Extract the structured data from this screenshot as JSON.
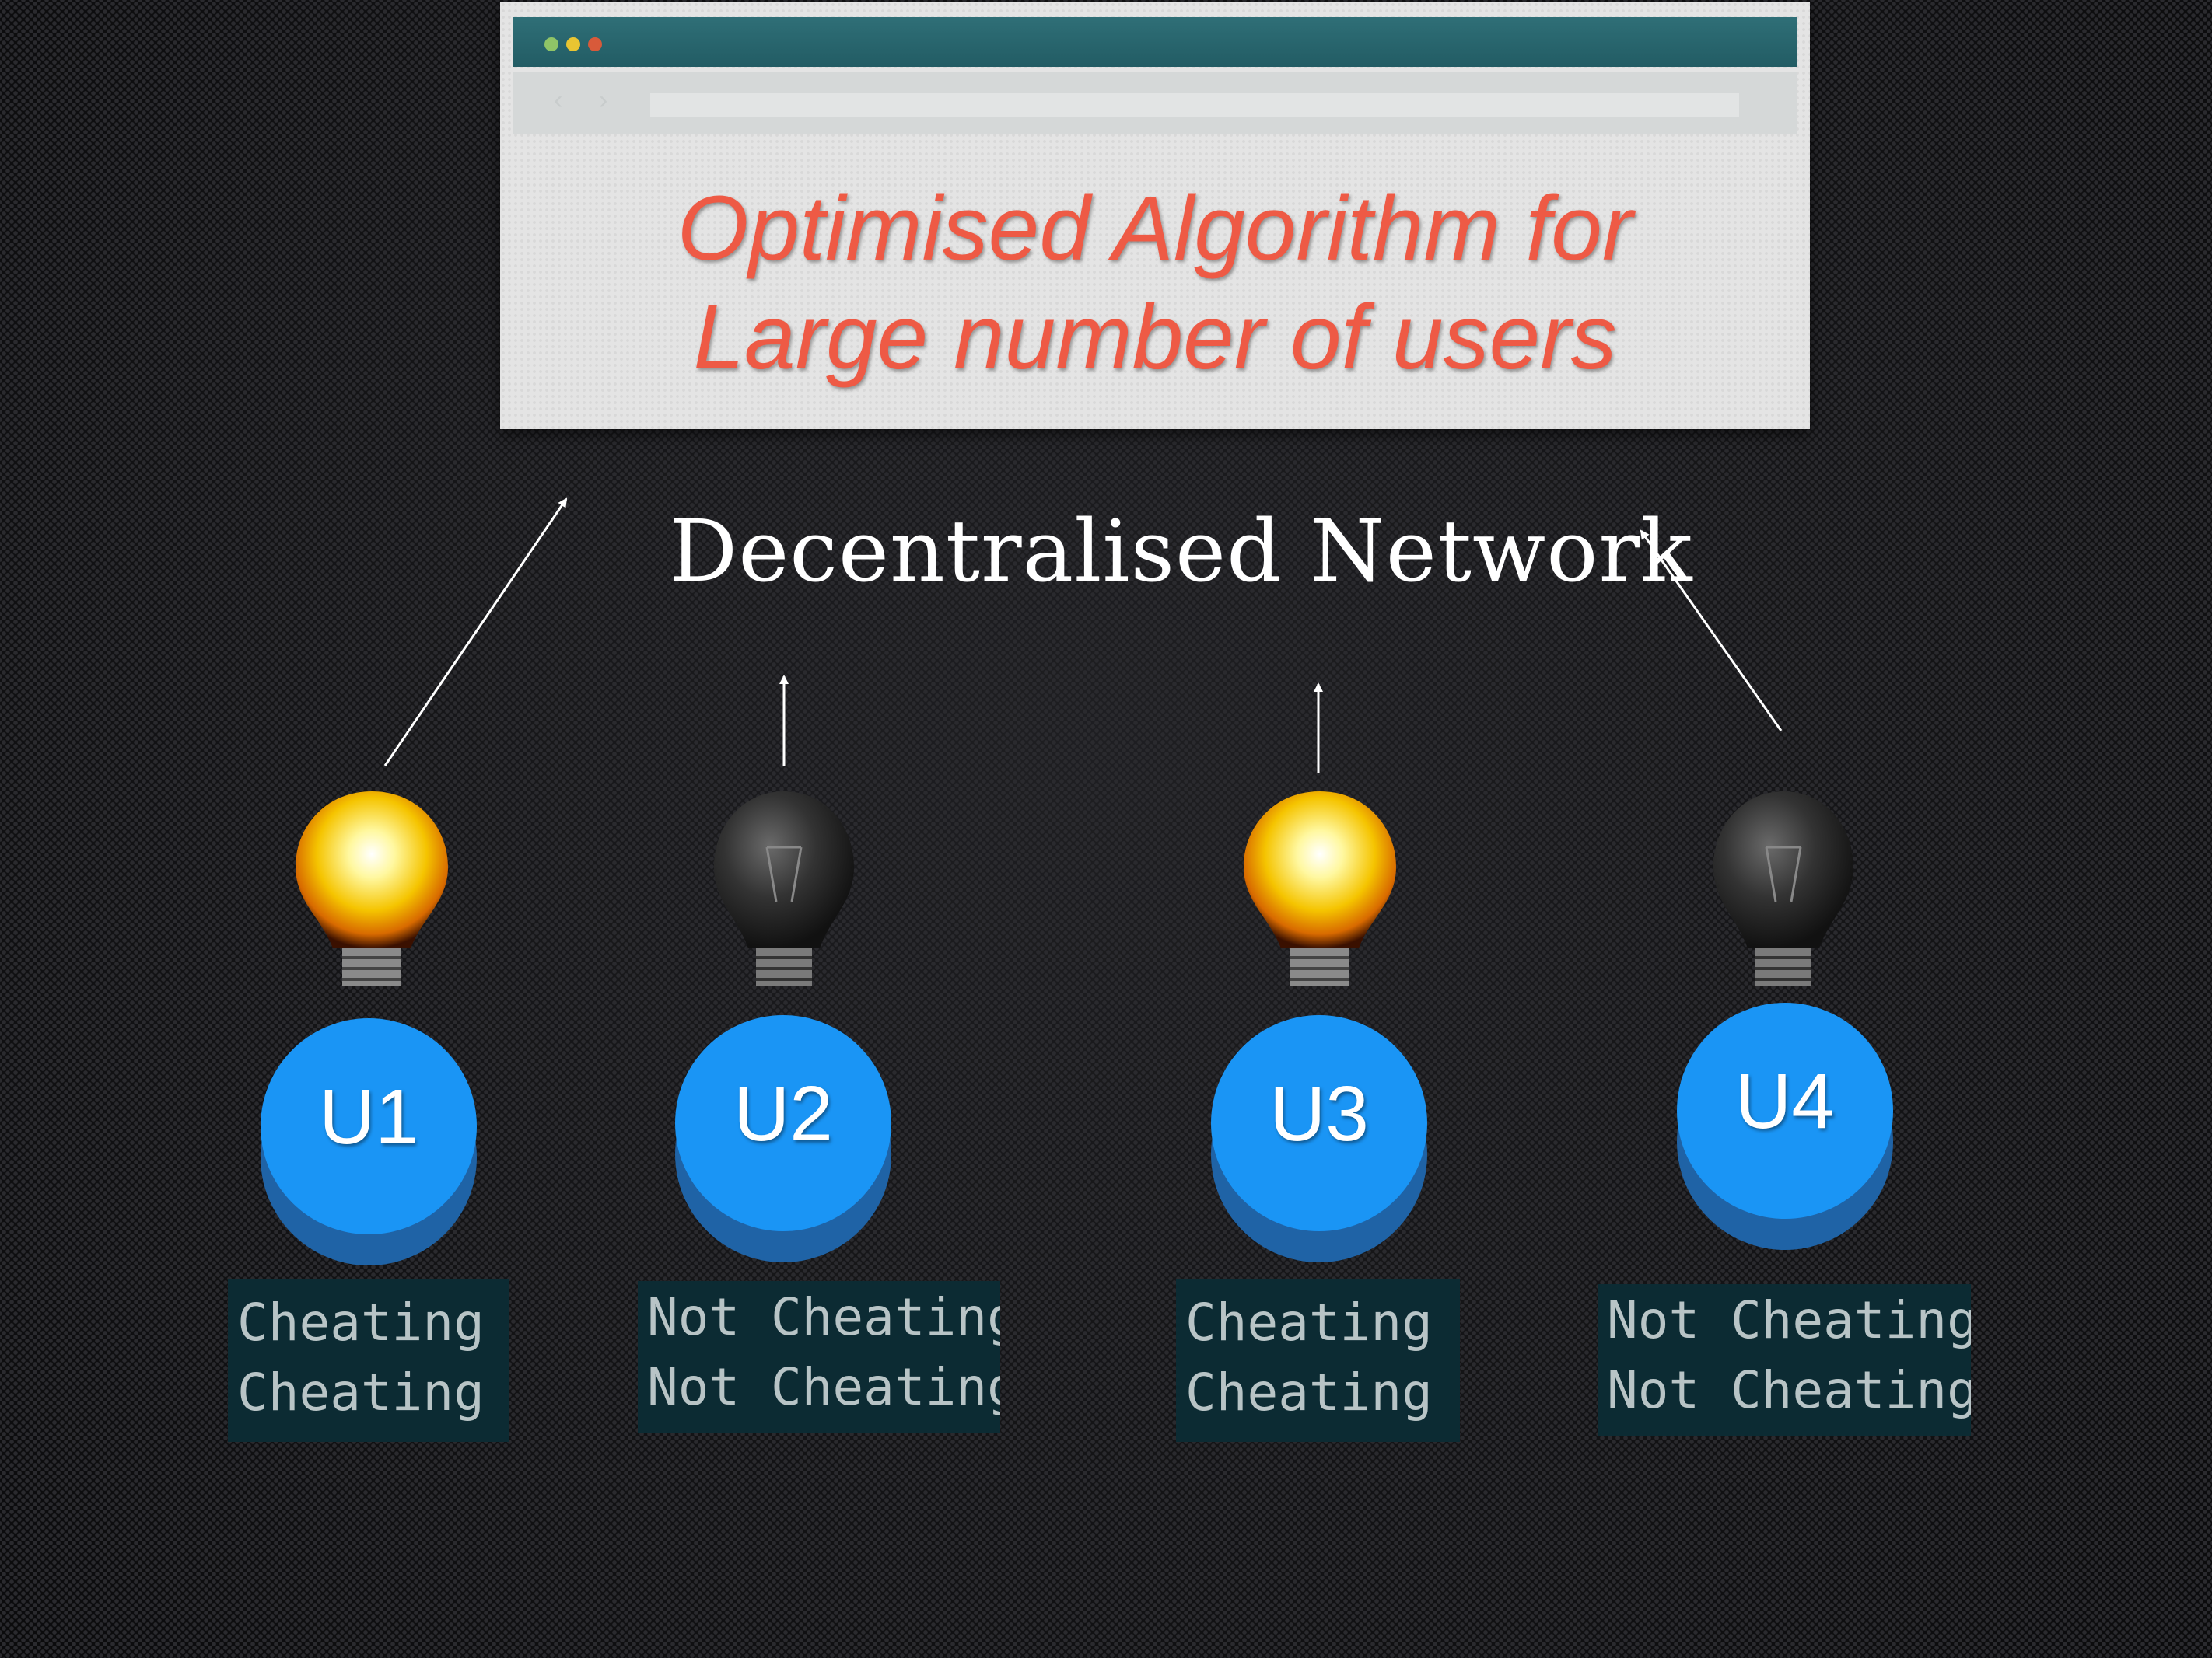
{
  "algorithm_box": {
    "line1": "Optimised Algorithm for",
    "line2": "Large number of users"
  },
  "network_label": "Decentralised Network",
  "users": [
    {
      "label": "U1",
      "bulb": "on",
      "status": [
        "Cheating",
        "Cheating"
      ]
    },
    {
      "label": "U2",
      "bulb": "off",
      "status": [
        "Not Cheating",
        "Not Cheating"
      ]
    },
    {
      "label": "U3",
      "bulb": "on",
      "status": [
        "Cheating",
        "Cheating"
      ]
    },
    {
      "label": "U4",
      "bulb": "off",
      "status": [
        "Not Cheating",
        "Not Cheating"
      ]
    }
  ],
  "colors": {
    "heading": "#ee5a45",
    "node": "#1a95f5",
    "node_shadow": "#1f63a6",
    "status_bg": "#0c2b33",
    "status_text": "#b8c4c6",
    "titlebar": "#2f6f77"
  },
  "icons": [
    "lightbulb-on-icon",
    "lightbulb-off-icon",
    "back-arrow-icon",
    "forward-arrow-icon"
  ]
}
